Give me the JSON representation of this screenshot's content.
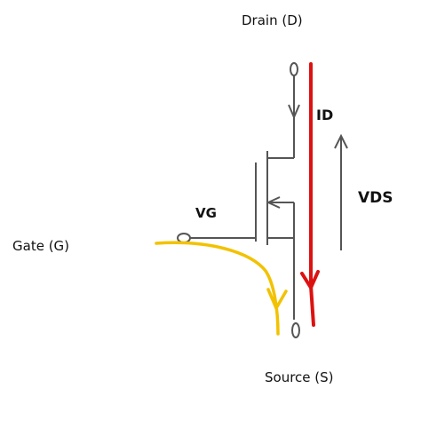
{
  "labels": {
    "drain": "Drain (D)",
    "source": "Source (S)",
    "gate": "Gate (G)",
    "vg": "VG",
    "id": "ID",
    "vds": "VDS"
  },
  "colors": {
    "circuit": "#555555",
    "drain_current_path": "#dd1111",
    "gate_current_path": "#f2c200"
  }
}
